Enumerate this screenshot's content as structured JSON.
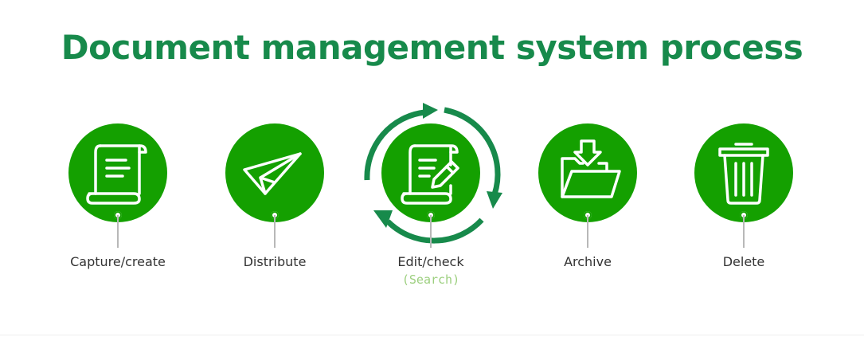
{
  "title": "Document management system process",
  "colors": {
    "title": "#178a4b",
    "circle": "#14a000",
    "cycle_arrows": "#178a4b",
    "label": "#333333",
    "sublabel": "#9ccf7e"
  },
  "steps": [
    {
      "label": "Capture/create",
      "icon": "scroll-document-icon"
    },
    {
      "label": "Distribute",
      "icon": "paper-plane-icon"
    },
    {
      "label": "Edit/check",
      "sublabel": "(Search)",
      "icon": "document-edit-pencil-icon"
    },
    {
      "label": "Archive",
      "icon": "folder-download-icon"
    },
    {
      "label": "Delete",
      "icon": "trash-bin-icon"
    }
  ]
}
